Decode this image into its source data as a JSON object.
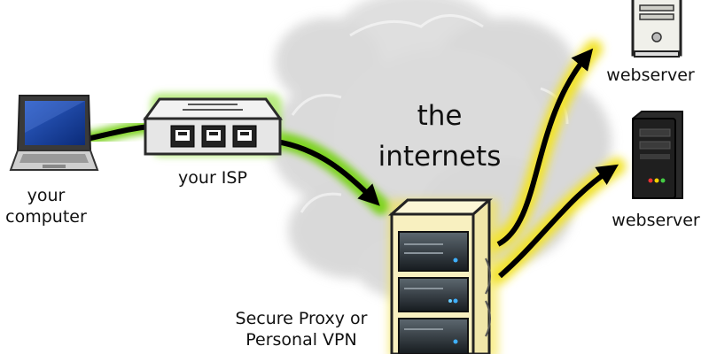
{
  "nodes": {
    "computer": {
      "label_line1": "your",
      "label_line2": "computer",
      "icon": "laptop-icon"
    },
    "isp": {
      "label": "your ISP",
      "icon": "network-switch-icon"
    },
    "internet": {
      "label_line1": "the",
      "label_line2": "internets",
      "icon": "cloud-icon"
    },
    "proxy": {
      "label_line1": "Secure Proxy or",
      "label_line2": "Personal VPN",
      "icon": "server-rack-icon"
    },
    "webserver_top": {
      "label": "webserver",
      "icon": "tower-server-white-icon"
    },
    "webserver_bottom": {
      "label": "webserver",
      "icon": "tower-server-black-icon"
    }
  },
  "connections": [
    {
      "from": "computer",
      "to": "isp",
      "glow": "green"
    },
    {
      "from": "isp",
      "to": "proxy",
      "glow": "green"
    },
    {
      "from": "proxy",
      "to": "webserver_top",
      "glow": "yellow"
    },
    {
      "from": "proxy",
      "to": "webserver_bottom",
      "glow": "yellow"
    }
  ],
  "colors": {
    "green_glow": "#7ed321",
    "yellow_glow": "#f2e32a",
    "arrow": "#000000",
    "cloud": "#d6d6d6"
  }
}
